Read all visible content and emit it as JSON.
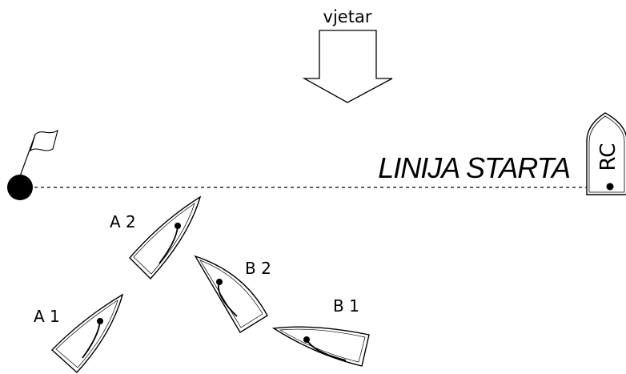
{
  "wind": {
    "label": "vjetar"
  },
  "start_line": {
    "label": "LINIJA STARTA"
  },
  "committee_boat": {
    "label": "RC"
  },
  "boats": [
    {
      "id": "A1",
      "label": "A 1"
    },
    {
      "id": "A2",
      "label": "A 2"
    },
    {
      "id": "B1",
      "label": "B 1"
    },
    {
      "id": "B2",
      "label": "B 2"
    }
  ],
  "colors": {
    "ink": "#000000",
    "background": "#ffffff"
  }
}
